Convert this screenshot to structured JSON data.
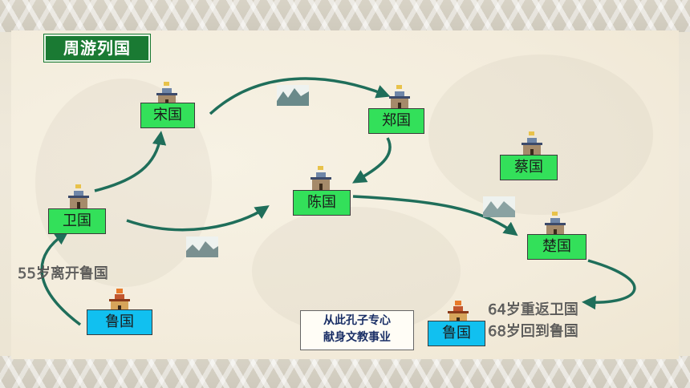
{
  "title": "周游列国",
  "states": [
    {
      "id": "song",
      "label": "宋国",
      "color": "green"
    },
    {
      "id": "zheng",
      "label": "郑国",
      "color": "green"
    },
    {
      "id": "wei",
      "label": "卫国",
      "color": "green"
    },
    {
      "id": "chen",
      "label": "陈国",
      "color": "green"
    },
    {
      "id": "cai",
      "label": "蔡国",
      "color": "green"
    },
    {
      "id": "chu",
      "label": "楚国",
      "color": "green"
    },
    {
      "id": "lu_start",
      "label": "鲁国",
      "color": "blue"
    },
    {
      "id": "lu_end",
      "label": "鲁国",
      "color": "blue"
    }
  ],
  "notes": {
    "leave_lu": "55岁离开鲁国",
    "return_wei": "64岁重返卫国",
    "return_lu": "68岁回到鲁国"
  },
  "motto": {
    "line1": "从此孔子专心",
    "line2": "献身文教事业"
  },
  "colors": {
    "title_bg": "#1a7a33",
    "state_green": "#33e05a",
    "state_blue": "#11c0f0",
    "arrow": "#1f6e5a"
  }
}
